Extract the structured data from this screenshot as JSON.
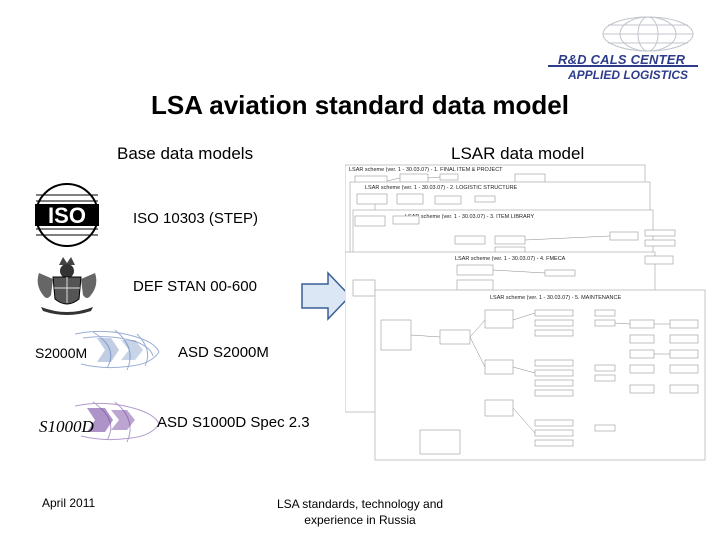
{
  "logo": {
    "line1": "R&D CALS CENTER",
    "line2": "APPLIED LOGISTICS"
  },
  "slide": {
    "title": "LSA aviation standard data model",
    "left_header": "Base data models",
    "right_header": "LSAR data model"
  },
  "standards": [
    {
      "label": "ISO 10303 (STEP)",
      "icon": "iso-logo-icon",
      "icon_text": "ISO"
    },
    {
      "label": "DEF STAN 00-600",
      "icon": "uk-crest-icon"
    },
    {
      "label": "ASD S2000M",
      "icon": "s2000m-logo-icon",
      "icon_text": "S2000M"
    },
    {
      "label": "ASD S1000D Spec 2.3",
      "icon": "s1000d-logo-icon",
      "icon_text": "S1000D"
    }
  ],
  "schema_titles": [
    "LSAR scheme (ver. 1 - 30.03.07) - 1. FINAL ITEM & PROJECT",
    "LSAR scheme (ver. 1 - 30.03.07) - 2. LOGISTIC STRUCTURE",
    "LSAR scheme (ver. 1 - 30.03.07) - 3. ITEM LIBRARY",
    "LSAR scheme (ver. 1 - 30.03.07) - 4. FMECA",
    "LSAR scheme (ver. 1 - 30.03.07) - 5. MAINTENANCE"
  ],
  "footer": {
    "date": "April 2011",
    "line1": "LSA standards, technology and",
    "line2": "experience in Russia"
  },
  "colors": {
    "logo_blue": "#2d3d8c",
    "arrow_fill": "#dbe7f5",
    "arrow_stroke": "#3a5f95",
    "s2000m_blue": "#4a6fb0",
    "s1000d_purple": "#6a3a9a"
  }
}
